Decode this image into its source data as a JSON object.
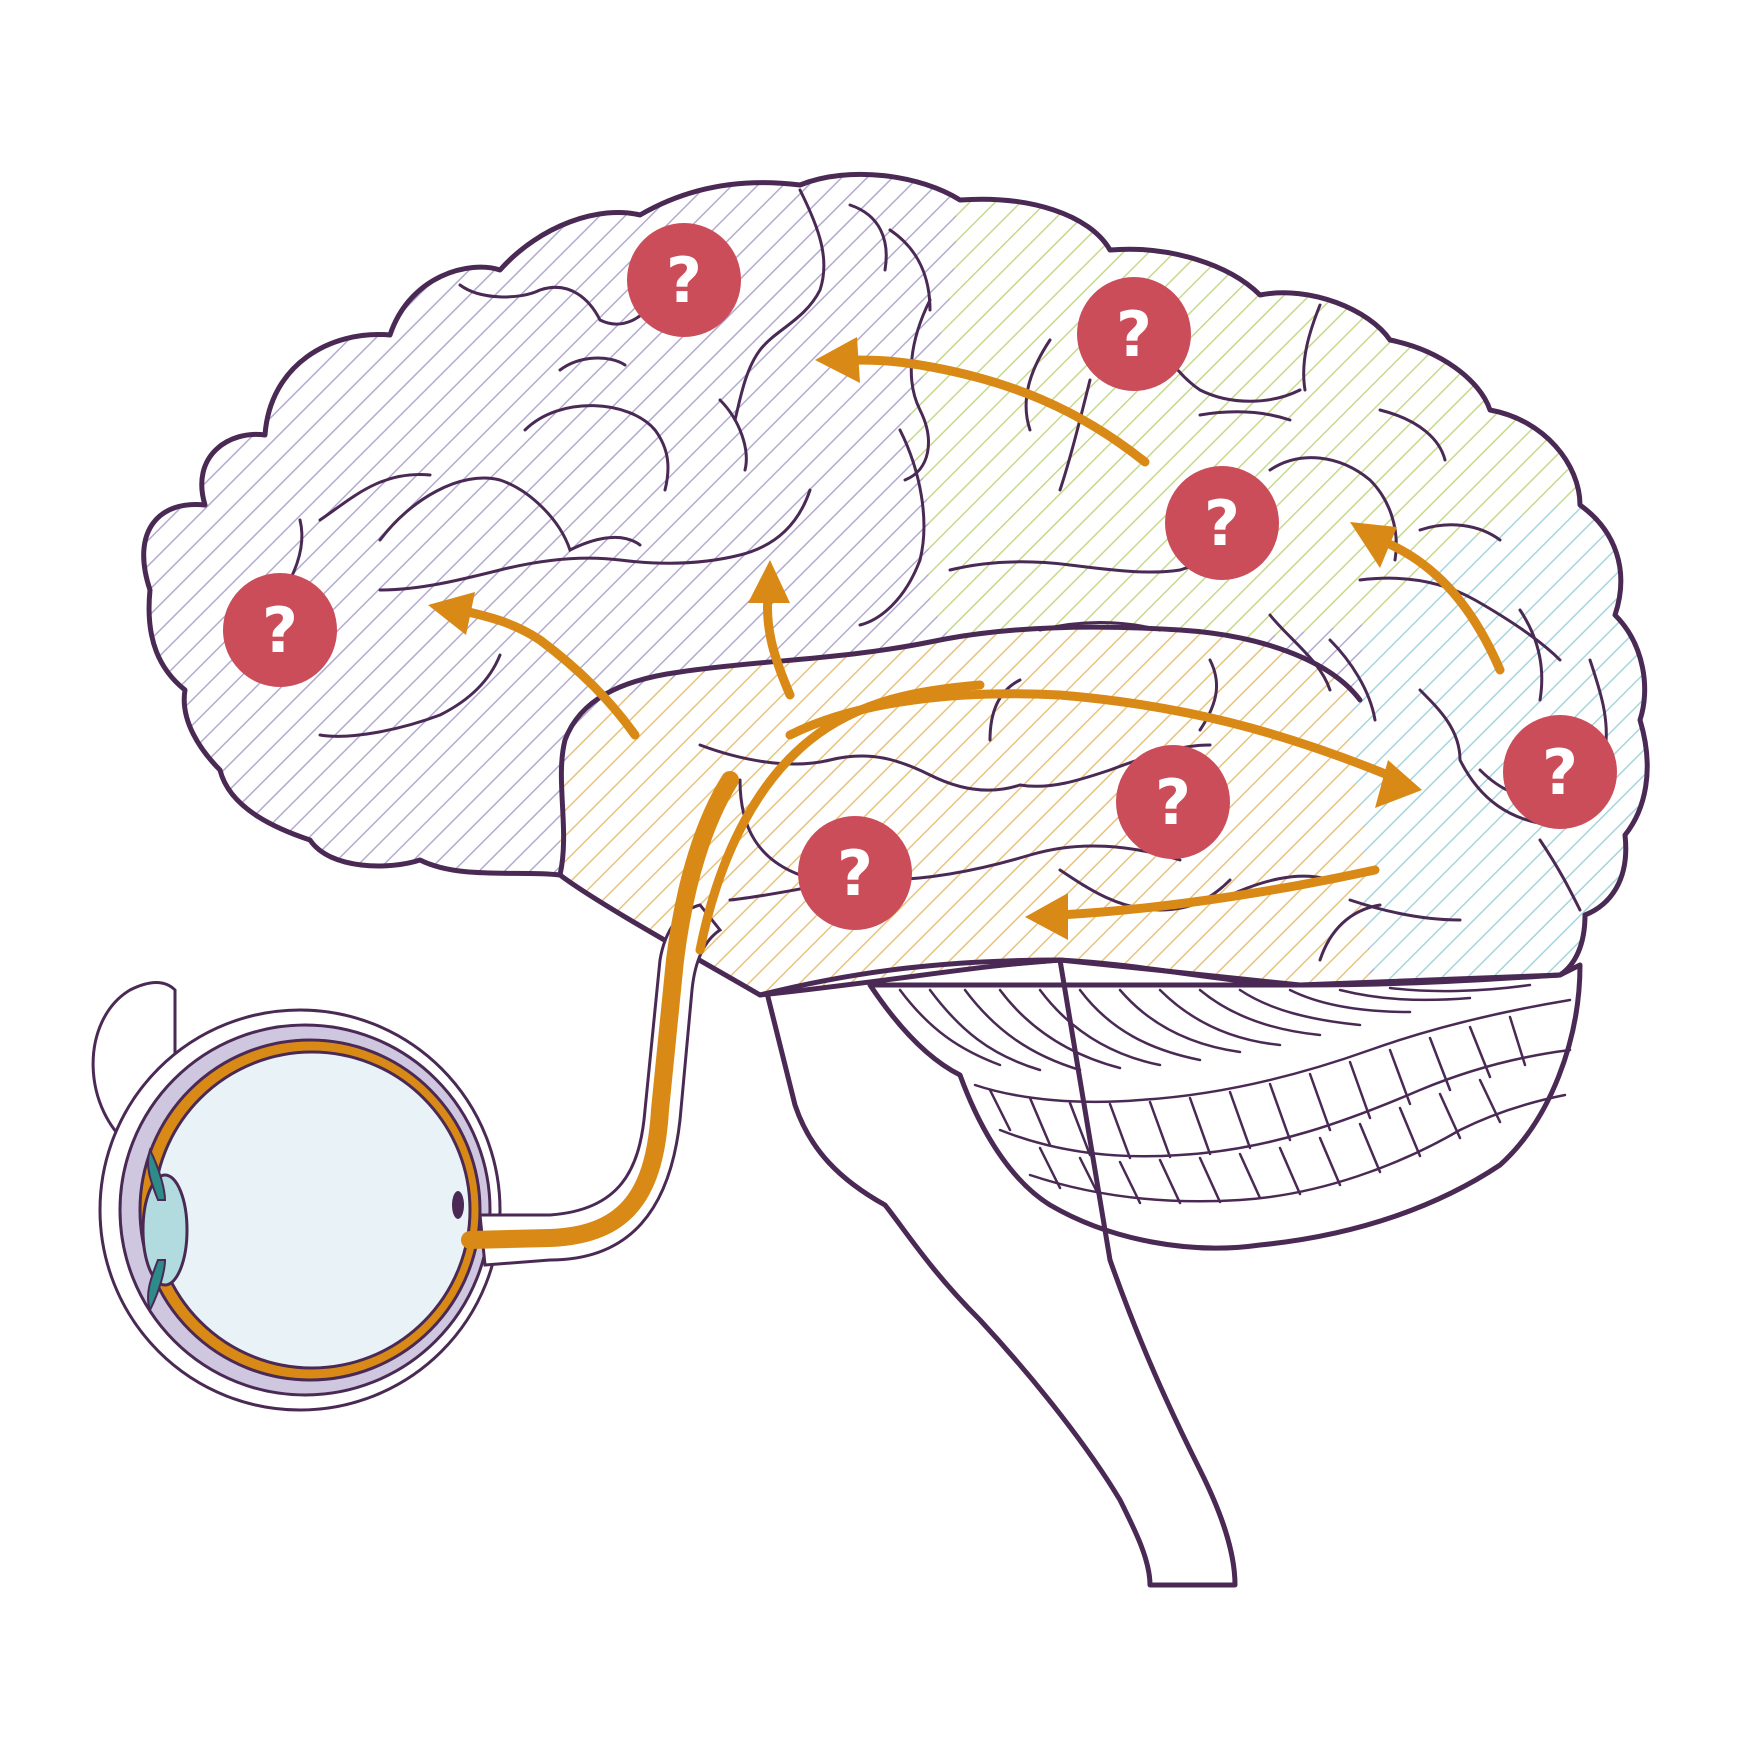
{
  "colors": {
    "outline": "#4a2a55",
    "frontal_hatch": "#b3abcf",
    "parietal_hatch": "#c7d98a",
    "temporal_hatch": "#e7c47e",
    "occipital_hatch": "#a6d5dc",
    "brainstem": "#b7acce",
    "cerebellum": "#e7e2f1",
    "pathway": "#d98a16",
    "marker": "#cc4d5a",
    "eye_fill": "#e9f3f7",
    "lens": "#b2dbe0"
  },
  "markers": [
    {
      "name": "frontal-upper",
      "symbol": "?"
    },
    {
      "name": "parietal-upper",
      "symbol": "?"
    },
    {
      "name": "frontal-anterior",
      "symbol": "?"
    },
    {
      "name": "parietal-posterior",
      "symbol": "?"
    },
    {
      "name": "temporal-mid",
      "symbol": "?"
    },
    {
      "name": "occipital",
      "symbol": "?"
    },
    {
      "name": "temporal-inferior",
      "symbol": "?"
    }
  ]
}
